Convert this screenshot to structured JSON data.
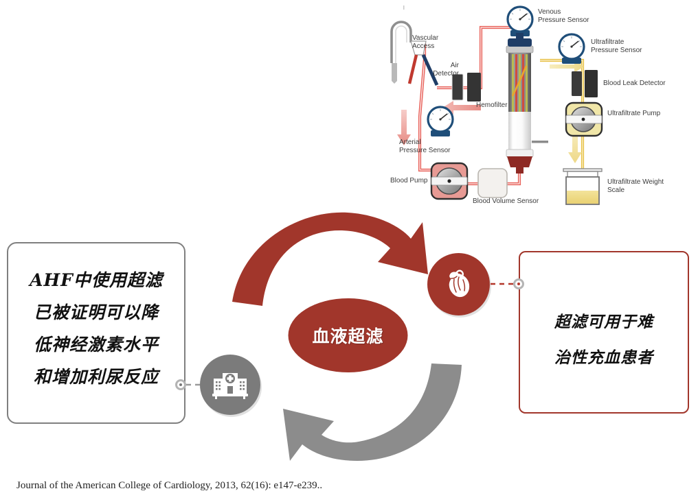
{
  "center": {
    "ellipse_label": "血液超滤",
    "ellipse_color": "#a1362b",
    "ellipse_text_color": "#ffffff"
  },
  "left_panel": {
    "border_color": "#7f7f7f",
    "node_color": "#777777",
    "icon": "hospital-icon",
    "icon_circle_color": "#7b7b7b",
    "lines": [
      "AHF中使用超滤",
      "已被证明可以降",
      "低神经激素水平",
      "和增加利尿反应"
    ],
    "text": "AHF中使用超滤已被证明可以降低神经激素水平和增加利尿反应"
  },
  "right_panel": {
    "border_color": "#a1362b",
    "node_color": "#b4372b",
    "icon": "heart-icon",
    "icon_circle_color": "#a1362b",
    "lines": [
      "超滤可用于难",
      "治性充血患者"
    ],
    "text": "超滤可用于难治性充血患者"
  },
  "arrows": {
    "top_arrow_color": "#a1362b",
    "bottom_arrow_color": "#8c8c8c"
  },
  "diagram": {
    "title_component": "hemofiltration-circuit",
    "labels": [
      {
        "id": "vascular-access",
        "text": "Vascular\nAccess"
      },
      {
        "id": "air-detector",
        "text": "Air\nDetector"
      },
      {
        "id": "venous-pressure-sensor",
        "text": "Venous\nPressure Sensor"
      },
      {
        "id": "ultrafiltrate-pressure-sensor",
        "text": "Ultrafiltrate\nPressure Sensor"
      },
      {
        "id": "blood-leak-detector",
        "text": "Blood Leak Detector"
      },
      {
        "id": "ultrafiltrate-pump",
        "text": "Ultrafiltrate Pump"
      },
      {
        "id": "ultrafiltrate-weight-scale",
        "text": "Ultrafiltrate Weight\nScale"
      },
      {
        "id": "hemofilter",
        "text": "Hemofilter"
      },
      {
        "id": "arterial-pressure-sensor",
        "text": "Arterial\nPressure Sensor"
      },
      {
        "id": "blood-pump",
        "text": "Blood Pump"
      },
      {
        "id": "blood-volume-sensor",
        "text": "Blood Volume Sensor"
      }
    ],
    "colors": {
      "blood_line": "#e8635c",
      "ultrafiltrate_line": "#e8c24a",
      "gauge": "#1f4e79",
      "detector": "#333333",
      "pump_blood": "#e79a94",
      "pump_ultrafiltrate": "#f0e6a8"
    }
  },
  "citation": {
    "text": "Journal of the American College of Cardiology, 2013, 62(16): e147-e239.."
  }
}
